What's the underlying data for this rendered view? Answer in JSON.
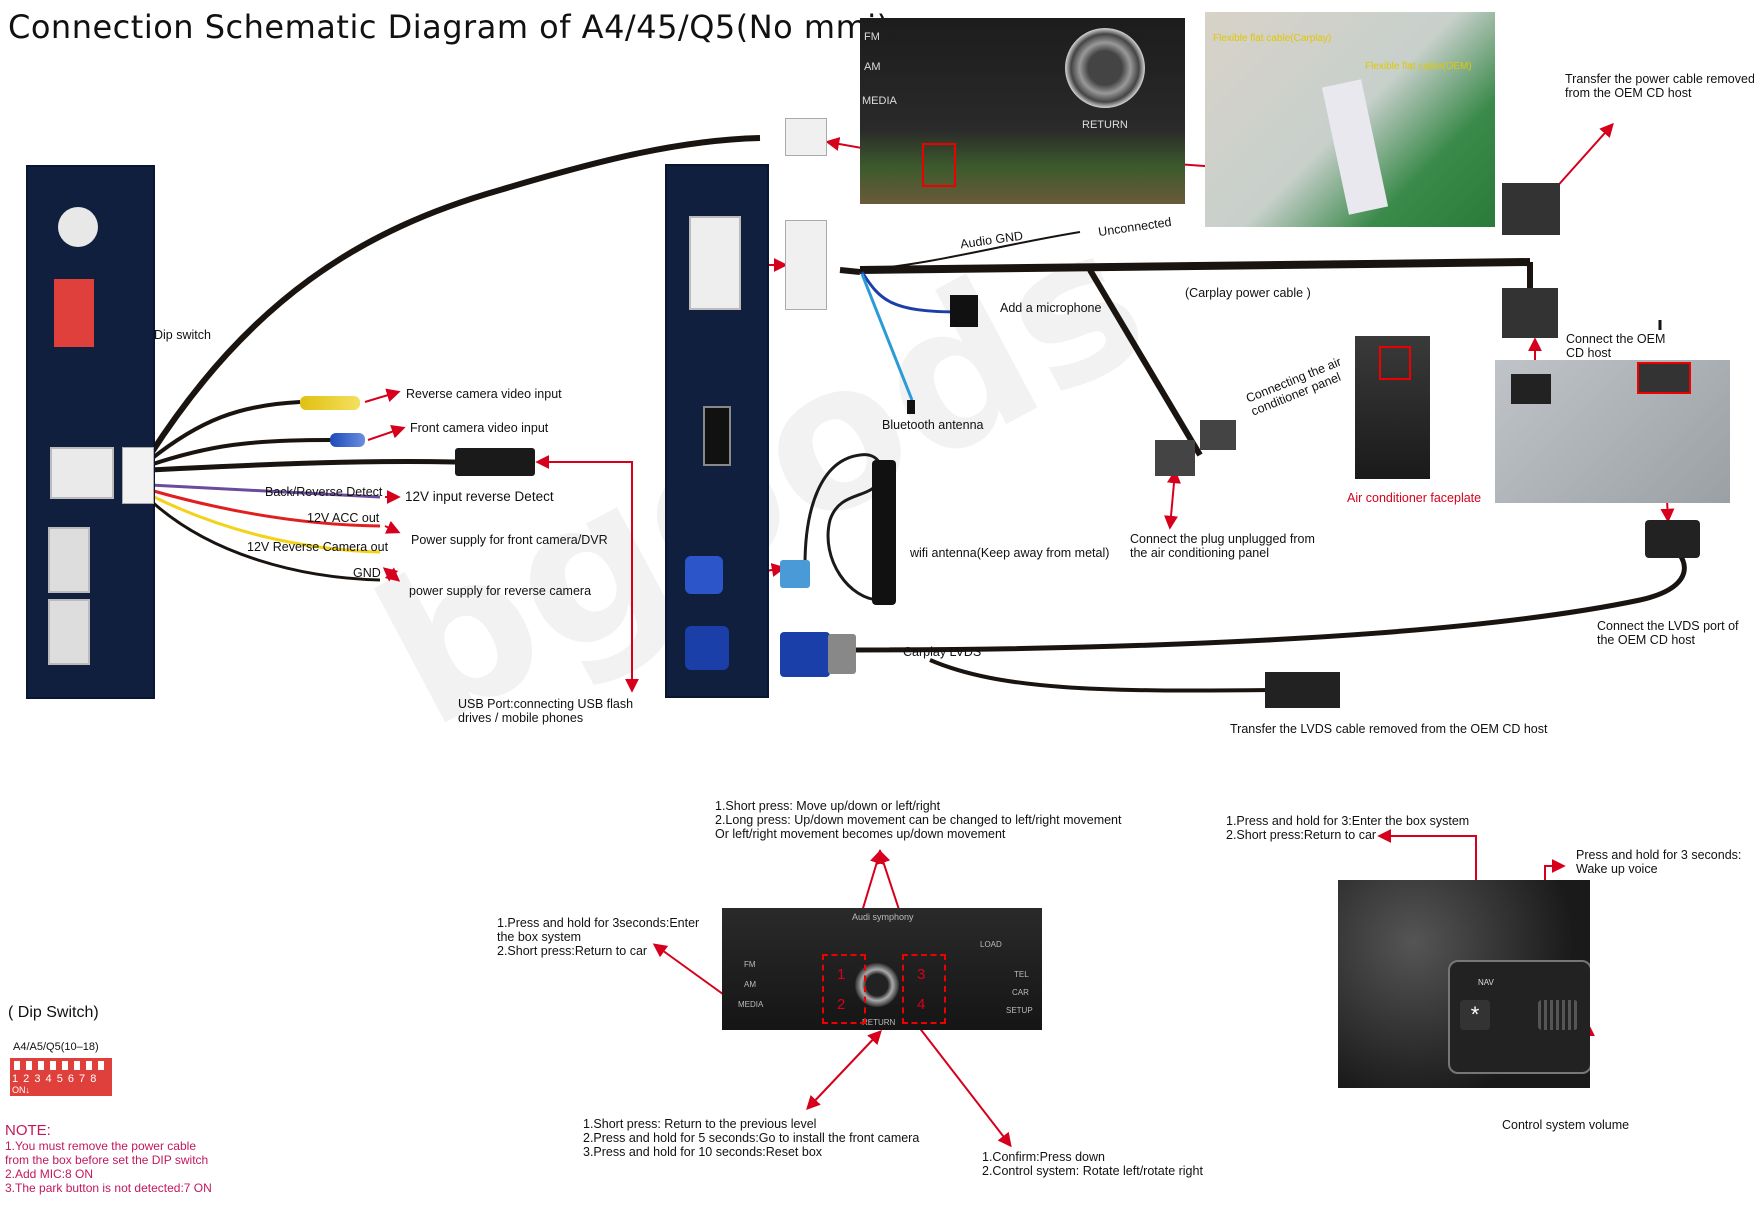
{
  "title": "Connection Schematic Diagram of A4/45/Q5(No mmi)",
  "labels": {
    "dip_switch": "Dip switch",
    "reverse_video": "Reverse camera video input",
    "front_video": "Front camera video input",
    "back_reverse": "Back/Reverse Detect",
    "reverse_detect": "12V  input reverse Detect",
    "acc_out": "12V ACC out",
    "power_front": "Power supply for front camera/DVR",
    "rev_cam_out": "12V Reverse Camera out",
    "gnd": "GND",
    "power_rev": "power supply for reverse camera",
    "usb": "USB Port:connecting  USB flash drives / mobile phones",
    "audio_gnd": "Audio GND",
    "unconnected": "Unconnected",
    "carplay_power": "(Carplay power cable )",
    "microphone": "Add a microphone",
    "bluetooth": "Bluetooth antenna",
    "wifi": "wifi antenna(Keep away from metal)",
    "air_panel": "Connecting the air conditioner panel",
    "plug_unplugged": "Connect the plug unplugged from the air conditioning panel",
    "air_faceplate": "Air conditioner faceplate",
    "transfer_power": "Transfer the power cable removed from the OEM CD  host",
    "connect_oem": "Connect the OEM CD host",
    "connect_lvds": "Connect the LVDS port of the OEM CD host",
    "carplay_lvds": "Carplay LVDS",
    "transfer_lvds": "Transfer the LVDS cable removed from the OEM CD  host",
    "flat_carplay": "Flexible flat cable(Carplay)",
    "flat_oem": "Flexible flat cable(OEM)"
  },
  "notes": {
    "knob_top": [
      "1.Short press: Move up/down or left/right",
      "2.Long press:  Up/down movement can be changed to left/right movement",
      "Or left/right movement becomes up/down movement"
    ],
    "media_btn": [
      "1.Press and hold for 3seconds:Enter",
      "the box system",
      "2.Short press:Return  to car"
    ],
    "return_btn": [
      "1.Short press: Return to the previous level",
      "2.Press and hold for 5 seconds:Go to install the front camera",
      "3.Press and hold for 10 seconds:Reset box"
    ],
    "knob_bottom": [
      "1.Confirm:Press down",
      "2.Control system: Rotate left/rotate right"
    ],
    "wheel_nav": [
      "1.Press and hold for 3:Enter the box system",
      "2.Short press:Return  to car"
    ],
    "wheel_voice": [
      "Press and hold for 3 seconds:",
      "Wake up voice"
    ],
    "wheel_volume": "Control system volume"
  },
  "dip_section": {
    "heading": "( Dip Switch)",
    "model": "A4/A5/Q5(10–18)",
    "numbers": "1 2 3 4 5 6 7 8",
    "on": "ON↓"
  },
  "note": {
    "heading": "NOTE:",
    "lines": [
      "1.You must remove the power cable",
      "from the box before set the DIP switch",
      "2.Add MIC:8 ON",
      "3.The park button is not detected:7 ON"
    ]
  },
  "radio": {
    "brand": "Audi symphony",
    "fm": "FM",
    "am": "AM",
    "media": "MEDIA",
    "load": "LOAD",
    "tel": "TEL",
    "car": "CAR",
    "setup": "SETUP",
    "return": "RETURN",
    "n1": "1",
    "n2": "2",
    "n3": "3",
    "n4": "4"
  },
  "photo1": {
    "fm": "FM",
    "am": "AM",
    "media": "MEDIA",
    "return": "RETURN"
  },
  "wheel": {
    "nav": "NAV"
  },
  "watermark": "bgoods",
  "colors": {
    "arrow": "#d6001c",
    "box": "#0f1f3d",
    "cable": "#1a1410",
    "note": "#d6006b"
  }
}
